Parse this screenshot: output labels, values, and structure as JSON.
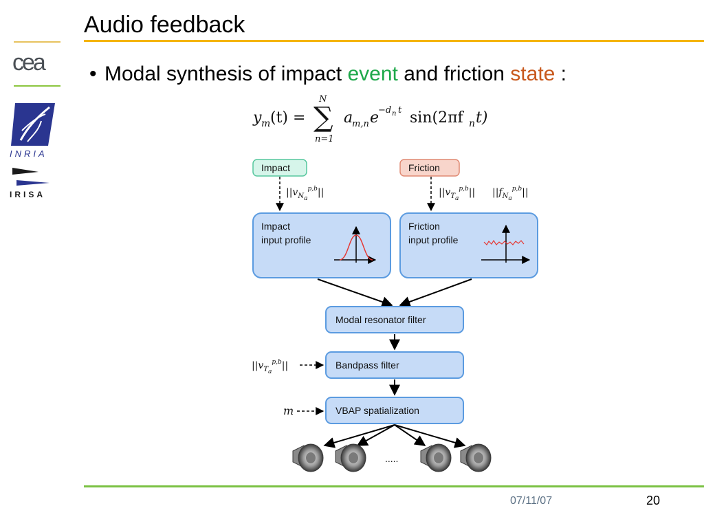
{
  "slide": {
    "title": "Audio feedback",
    "bullet": {
      "prefix": "Modal synthesis of impact ",
      "word_event": "event",
      "middle": " and friction ",
      "word_state": "state",
      "suffix": " :"
    },
    "formula": {
      "lhs": "y",
      "lhs_sub": "m",
      "lhs_arg": "(t) =",
      "sum_top": "N",
      "sum_bottom": "n=1",
      "term": "a",
      "term_sub": "m,n",
      "exp_base": "e",
      "exp_power": "−d",
      "exp_power_sub": "n",
      "exp_power_t": "t",
      "sin": "sin(2πf",
      "sin_sub": "n",
      "sin_end": "t)"
    },
    "footer": {
      "date": "07/11/07",
      "page": "20"
    }
  },
  "logos": {
    "cea": "cea",
    "inria": "INRIA",
    "irisa": "IRISA"
  },
  "diagram": {
    "tag_impact": "Impact",
    "tag_friction": "Friction",
    "impact_param": "||v",
    "impact_param_sub": "N",
    "impact_param_sub2": "a",
    "impact_param_sup": "p,b",
    "impact_param_end": "||",
    "friction_param1": "||v",
    "friction_param1_sub": "T",
    "friction_param1_sub2": "a",
    "friction_param1_sup": "p,b",
    "friction_param1_end": "||",
    "friction_param2": "||f",
    "friction_param2_sub": "N",
    "friction_param2_sub2": "a",
    "friction_param2_sup": "p,b",
    "friction_param2_end": "||",
    "impact_profile_line1": "Impact",
    "impact_profile_line2": "input profile",
    "friction_profile_line1": "Friction",
    "friction_profile_line2": "input profile",
    "modal_filter": "Modal resonator filter",
    "bandpass_filter": "Bandpass filter",
    "bandpass_param": "||v",
    "bandpass_param_sub": "T",
    "bandpass_param_sub2": "a",
    "bandpass_param_sup": "p,b",
    "bandpass_param_end": "||",
    "vbap": "VBAP spatialization",
    "vbap_param": "m",
    "speakers_ellipsis": ".....",
    "colors": {
      "box_fill": "#c6dbf7",
      "box_stroke": "#5b9be0",
      "impact_tag_fill": "#d6f5ea",
      "impact_tag_stroke": "#57c79e",
      "friction_tag_fill": "#f8d5cb",
      "friction_tag_stroke": "#e08a73",
      "curve_red": "#e53935"
    }
  },
  "colors": {
    "title_rule": "#f5b400",
    "bottom_rule": "#7ac143",
    "event": "#1ea84a",
    "state": "#c8581c"
  }
}
